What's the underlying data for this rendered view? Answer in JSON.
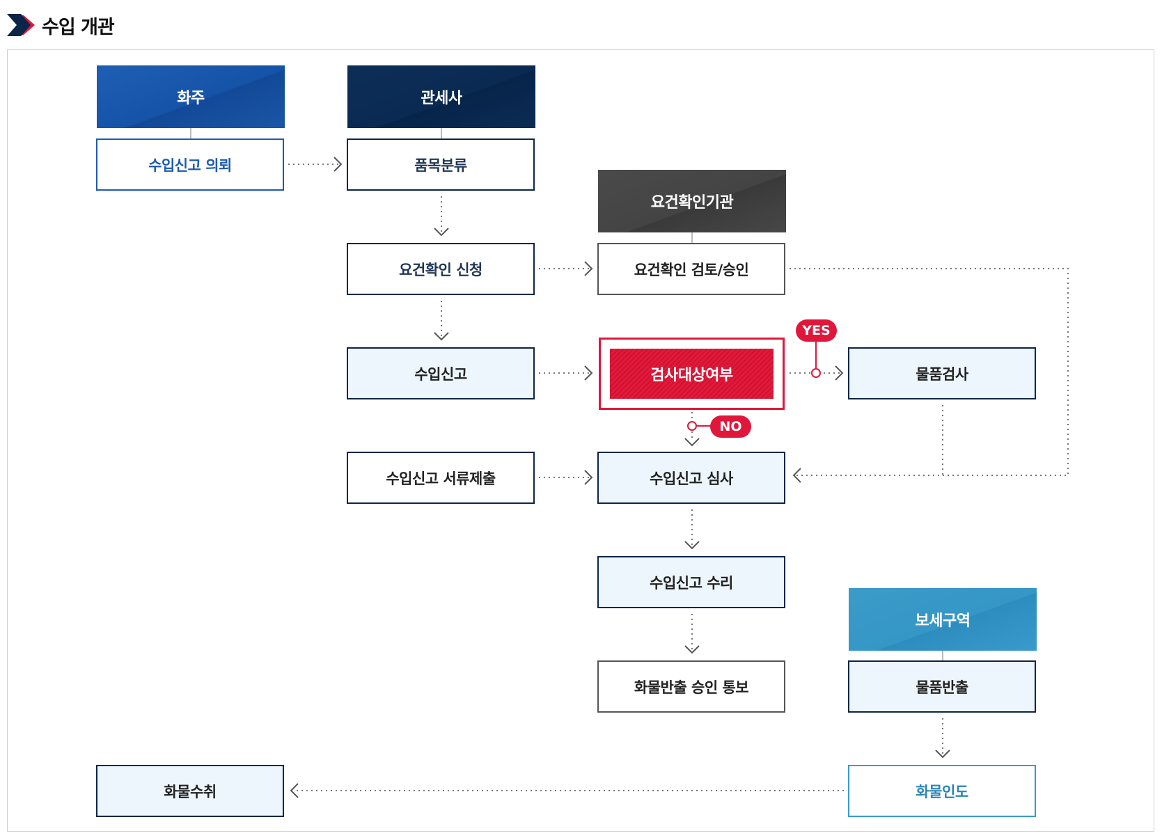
{
  "page": {
    "title": "수입 개관"
  },
  "headers": {
    "owner": "화주",
    "broker": "관세사",
    "agency": "요건확인기관",
    "bonded": "보세구역"
  },
  "nodes": {
    "import_request": "수입신고 의뢰",
    "classification": "품목분류",
    "requirement_apply": "요건확인 신청",
    "requirement_review": "요건확인 검토/승인",
    "import_declaration": "수입신고",
    "inspection_target": "검사대상여부",
    "goods_inspection": "물품검사",
    "document_submit": "수입신고 서류제출",
    "declaration_review": "수입신고 심사",
    "declaration_accept": "수입신고 수리",
    "release_notice": "화물반출 승인 통보",
    "goods_release": "물품반출",
    "cargo_receive": "화물수취",
    "cargo_delivery": "화물인도"
  },
  "branches": {
    "yes": "YES",
    "no": "NO"
  },
  "colors": {
    "navy": "#0b2548",
    "blue": "#1d5bb0",
    "red": "#e0173b",
    "sky": "#3a9acb",
    "gray": "#4a4a4a"
  }
}
